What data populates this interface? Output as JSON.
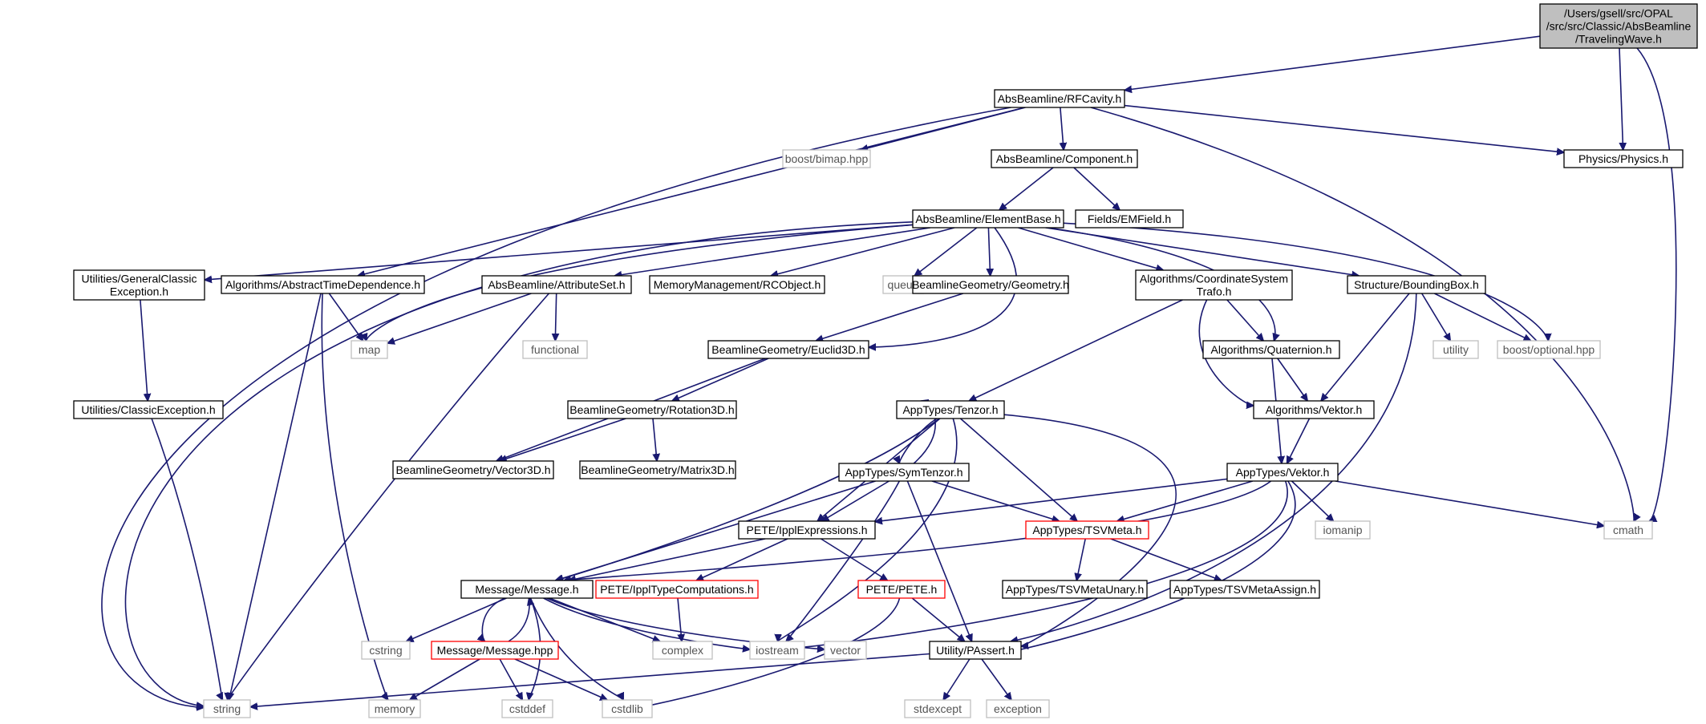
{
  "diagram": {
    "colors": {
      "edge": "#191970",
      "node_border": "#000000",
      "system_header_border": "#bfbfbf",
      "truncated_border": "#ff0000",
      "root_fill": "#bfbfbf"
    },
    "nodes": [
      {
        "id": "root",
        "label": "/Users/gsell/src/OPAL\n/src/src/Classic/AbsBeamline\n/TravelingWave.h",
        "kind": "root"
      },
      {
        "id": "rfcavity",
        "label": "AbsBeamline/RFCavity.h",
        "kind": "normal"
      },
      {
        "id": "bimap",
        "label": "boost/bimap.hpp",
        "kind": "external"
      },
      {
        "id": "component",
        "label": "AbsBeamline/Component.h",
        "kind": "normal"
      },
      {
        "id": "physics",
        "label": "Physics/Physics.h",
        "kind": "normal"
      },
      {
        "id": "elementbase",
        "label": "AbsBeamline/ElementBase.h",
        "kind": "normal"
      },
      {
        "id": "emfield",
        "label": "Fields/EMField.h",
        "kind": "normal"
      },
      {
        "id": "gce",
        "label": "Utilities/GeneralClassic\nException.h",
        "kind": "normal"
      },
      {
        "id": "atd",
        "label": "Algorithms/AbstractTimeDependence.h",
        "kind": "normal"
      },
      {
        "id": "attrset",
        "label": "AbsBeamline/AttributeSet.h",
        "kind": "normal"
      },
      {
        "id": "rcobject",
        "label": "MemoryManagement/RCObject.h",
        "kind": "normal"
      },
      {
        "id": "queue",
        "label": "queue",
        "kind": "external"
      },
      {
        "id": "geometry",
        "label": "BeamlineGeometry/Geometry.h",
        "kind": "normal"
      },
      {
        "id": "cst",
        "label": "Algorithms/CoordinateSystem\nTrafo.h",
        "kind": "normal"
      },
      {
        "id": "bbox",
        "label": "Structure/BoundingBox.h",
        "kind": "normal"
      },
      {
        "id": "map",
        "label": "map",
        "kind": "external"
      },
      {
        "id": "functional",
        "label": "functional",
        "kind": "external"
      },
      {
        "id": "euclid",
        "label": "BeamlineGeometry/Euclid3D.h",
        "kind": "normal"
      },
      {
        "id": "quaternion",
        "label": "Algorithms/Quaternion.h",
        "kind": "normal"
      },
      {
        "id": "utility",
        "label": "utility",
        "kind": "external"
      },
      {
        "id": "optional",
        "label": "boost/optional.hpp",
        "kind": "external"
      },
      {
        "id": "classicexc",
        "label": "Utilities/ClassicException.h",
        "kind": "normal"
      },
      {
        "id": "rotation",
        "label": "BeamlineGeometry/Rotation3D.h",
        "kind": "normal"
      },
      {
        "id": "tenzor",
        "label": "AppTypes/Tenzor.h",
        "kind": "normal"
      },
      {
        "id": "vektoralg",
        "label": "Algorithms/Vektor.h",
        "kind": "normal"
      },
      {
        "id": "vector3d",
        "label": "BeamlineGeometry/Vector3D.h",
        "kind": "normal"
      },
      {
        "id": "matrix3d",
        "label": "BeamlineGeometry/Matrix3D.h",
        "kind": "normal"
      },
      {
        "id": "symtenzor",
        "label": "AppTypes/SymTenzor.h",
        "kind": "normal"
      },
      {
        "id": "vektorapp",
        "label": "AppTypes/Vektor.h",
        "kind": "normal"
      },
      {
        "id": "ipplexpr",
        "label": "PETE/IpplExpressions.h",
        "kind": "normal"
      },
      {
        "id": "tsvmeta",
        "label": "AppTypes/TSVMeta.h",
        "kind": "highlight"
      },
      {
        "id": "iomanip",
        "label": "iomanip",
        "kind": "external"
      },
      {
        "id": "cmath",
        "label": "cmath",
        "kind": "external"
      },
      {
        "id": "message",
        "label": "Message/Message.h",
        "kind": "normal"
      },
      {
        "id": "ippltype",
        "label": "PETE/IpplTypeComputations.h",
        "kind": "highlight"
      },
      {
        "id": "pete",
        "label": "PETE/PETE.h",
        "kind": "highlight"
      },
      {
        "id": "tsvunary",
        "label": "AppTypes/TSVMetaUnary.h",
        "kind": "normal"
      },
      {
        "id": "tsvassign",
        "label": "AppTypes/TSVMetaAssign.h",
        "kind": "normal"
      },
      {
        "id": "cstring",
        "label": "cstring",
        "kind": "external"
      },
      {
        "id": "messagehpp",
        "label": "Message/Message.hpp",
        "kind": "highlight"
      },
      {
        "id": "complex",
        "label": "complex",
        "kind": "external"
      },
      {
        "id": "iostream",
        "label": "iostream",
        "kind": "external"
      },
      {
        "id": "vector",
        "label": "vector",
        "kind": "external"
      },
      {
        "id": "passert",
        "label": "Utility/PAssert.h",
        "kind": "normal"
      },
      {
        "id": "string",
        "label": "string",
        "kind": "external"
      },
      {
        "id": "memory",
        "label": "memory",
        "kind": "external"
      },
      {
        "id": "cstddef",
        "label": "cstddef",
        "kind": "external"
      },
      {
        "id": "cstdlib",
        "label": "cstdlib",
        "kind": "external"
      },
      {
        "id": "stdexcept",
        "label": "stdexcept",
        "kind": "external"
      },
      {
        "id": "exception",
        "label": "exception",
        "kind": "external"
      }
    ],
    "edges": [
      [
        "root",
        "rfcavity"
      ],
      [
        "root",
        "physics"
      ],
      [
        "root",
        "cmath"
      ],
      [
        "rfcavity",
        "string"
      ],
      [
        "rfcavity",
        "bimap"
      ],
      [
        "rfcavity",
        "component"
      ],
      [
        "rfcavity",
        "physics"
      ],
      [
        "rfcavity",
        "cmath"
      ],
      [
        "rfcavity",
        "atd"
      ],
      [
        "component",
        "elementbase"
      ],
      [
        "component",
        "emfield"
      ],
      [
        "elementbase",
        "gce"
      ],
      [
        "elementbase",
        "string"
      ],
      [
        "elementbase",
        "map"
      ],
      [
        "elementbase",
        "attrset"
      ],
      [
        "elementbase",
        "rcobject"
      ],
      [
        "elementbase",
        "queue"
      ],
      [
        "elementbase",
        "geometry"
      ],
      [
        "elementbase",
        "euclid"
      ],
      [
        "elementbase",
        "cst"
      ],
      [
        "elementbase",
        "quaternion"
      ],
      [
        "elementbase",
        "bbox"
      ],
      [
        "elementbase",
        "optional"
      ],
      [
        "gce",
        "classicexc"
      ],
      [
        "classicexc",
        "string"
      ],
      [
        "atd",
        "map"
      ],
      [
        "atd",
        "string"
      ],
      [
        "atd",
        "memory"
      ],
      [
        "attrset",
        "map"
      ],
      [
        "attrset",
        "functional"
      ],
      [
        "attrset",
        "string"
      ],
      [
        "geometry",
        "euclid"
      ],
      [
        "euclid",
        "rotation"
      ],
      [
        "euclid",
        "vector3d"
      ],
      [
        "rotation",
        "vector3d"
      ],
      [
        "rotation",
        "matrix3d"
      ],
      [
        "cst",
        "tenzor"
      ],
      [
        "cst",
        "quaternion"
      ],
      [
        "cst",
        "vektoralg"
      ],
      [
        "quaternion",
        "vektoralg"
      ],
      [
        "quaternion",
        "vektorapp"
      ],
      [
        "bbox",
        "vektoralg"
      ],
      [
        "bbox",
        "utility"
      ],
      [
        "bbox",
        "optional"
      ],
      [
        "bbox",
        "passert"
      ],
      [
        "vektoralg",
        "vektorapp"
      ],
      [
        "tenzor",
        "symtenzor"
      ],
      [
        "tenzor",
        "ipplexpr"
      ],
      [
        "tenzor",
        "tsvmeta"
      ],
      [
        "tenzor",
        "message"
      ],
      [
        "tenzor",
        "iostream"
      ],
      [
        "tenzor",
        "passert"
      ],
      [
        "symtenzor",
        "tenzor"
      ],
      [
        "symtenzor",
        "ipplexpr"
      ],
      [
        "symtenzor",
        "tsvmeta"
      ],
      [
        "symtenzor",
        "message"
      ],
      [
        "symtenzor",
        "iostream"
      ],
      [
        "symtenzor",
        "passert"
      ],
      [
        "vektorapp",
        "ipplexpr"
      ],
      [
        "vektorapp",
        "tsvmeta"
      ],
      [
        "vektorapp",
        "iomanip"
      ],
      [
        "vektorapp",
        "cmath"
      ],
      [
        "vektorapp",
        "message"
      ],
      [
        "vektorapp",
        "iostream"
      ],
      [
        "vektorapp",
        "passert"
      ],
      [
        "ipplexpr",
        "message"
      ],
      [
        "ipplexpr",
        "ippltype"
      ],
      [
        "ipplexpr",
        "pete"
      ],
      [
        "tsvmeta",
        "tsvunary"
      ],
      [
        "tsvmeta",
        "tsvassign"
      ],
      [
        "ippltype",
        "complex"
      ],
      [
        "pete",
        "passert"
      ],
      [
        "pete",
        "cstdlib"
      ],
      [
        "message",
        "cstring"
      ],
      [
        "message",
        "messagehpp"
      ],
      [
        "message",
        "complex"
      ],
      [
        "message",
        "iostream"
      ],
      [
        "message",
        "vector"
      ],
      [
        "message",
        "cstddef"
      ],
      [
        "message",
        "cstdlib"
      ],
      [
        "messagehpp",
        "message"
      ],
      [
        "messagehpp",
        "memory"
      ],
      [
        "messagehpp",
        "cstddef"
      ],
      [
        "messagehpp",
        "cstdlib"
      ],
      [
        "passert",
        "string"
      ],
      [
        "passert",
        "stdexcept"
      ],
      [
        "passert",
        "exception"
      ]
    ]
  }
}
